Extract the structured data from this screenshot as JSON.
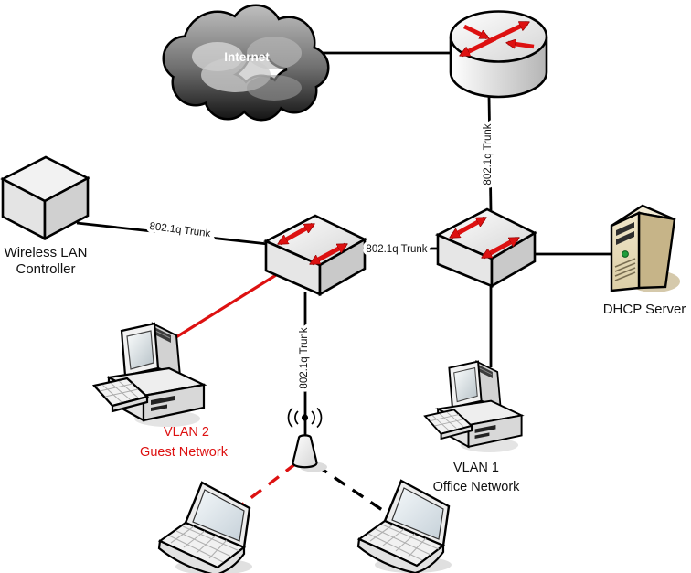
{
  "diagram_type": "network-topology",
  "nodes": {
    "internet": {
      "label": "Internet"
    },
    "router": {
      "kind": "router"
    },
    "wireless_lan_controller": {
      "label": [
        "Wireless LAN",
        "Controller"
      ]
    },
    "switch_left": {
      "kind": "switch"
    },
    "switch_right": {
      "kind": "switch"
    },
    "dhcp_server": {
      "label": "DHCP Server"
    },
    "guest_pc": {
      "label": [
        "VLAN 2",
        "Guest Network"
      ],
      "label_color": "#dd1111"
    },
    "office_pc": {
      "label": [
        "VLAN 1",
        "Office Network"
      ]
    },
    "access_point": {
      "kind": "wireless-access-point"
    },
    "laptop_left": {
      "kind": "laptop"
    },
    "laptop_right": {
      "kind": "laptop"
    }
  },
  "links": [
    {
      "id": "internet-router",
      "label": "",
      "style": "solid",
      "color": "black"
    },
    {
      "id": "router-switch-right",
      "label": "802.1q Trunk",
      "style": "solid",
      "color": "black"
    },
    {
      "id": "wlc-switch-left",
      "label": "802.1q Trunk",
      "style": "solid",
      "color": "black"
    },
    {
      "id": "switch-left-switch-right",
      "label": "802.1q Trunk",
      "style": "solid",
      "color": "black"
    },
    {
      "id": "switch-left-access-point",
      "label": "802.1q Trunk",
      "style": "solid",
      "color": "black"
    },
    {
      "id": "switch-left-guest-pc",
      "label": "",
      "style": "solid",
      "color": "red"
    },
    {
      "id": "switch-right-office-pc",
      "label": "",
      "style": "solid",
      "color": "black"
    },
    {
      "id": "switch-right-dhcp-server",
      "label": "",
      "style": "solid",
      "color": "black"
    },
    {
      "id": "access-point-laptop-left",
      "label": "",
      "style": "dashed",
      "color": "red"
    },
    {
      "id": "access-point-laptop-right",
      "label": "",
      "style": "dashed",
      "color": "black"
    }
  ],
  "colors": {
    "accent_red": "#dd1111",
    "line_black": "#000000",
    "server_beige": "#e7dcbc",
    "background": "#ffffff"
  }
}
